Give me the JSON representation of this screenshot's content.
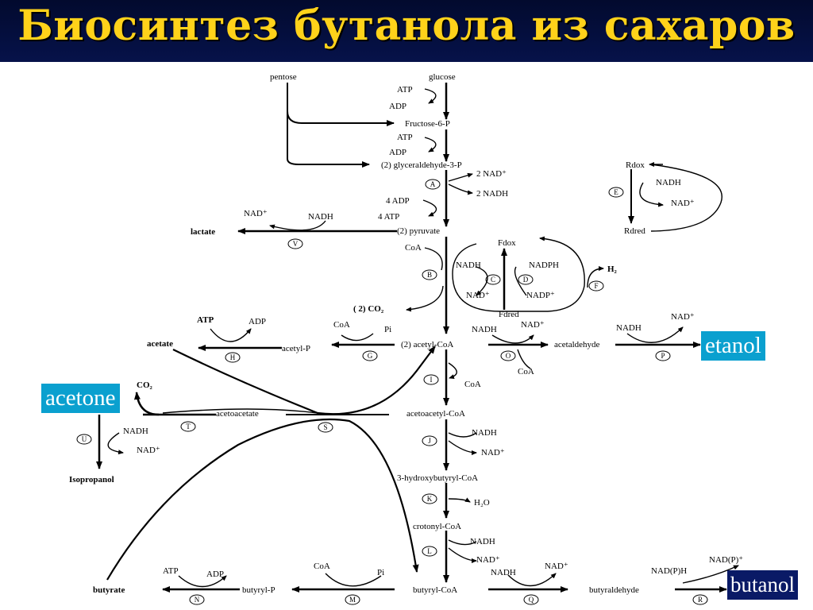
{
  "title": "Биосинтез бутанола из сахаров",
  "highlights": {
    "ethanol": "etanol",
    "acetone": "acetone",
    "butanol": "butanol"
  },
  "colors": {
    "title_bar": "#06124a",
    "title_text": "#ffd21a",
    "highlight_blue": "#0aa0cf",
    "highlight_dark": "#0a1a66"
  },
  "pathway": {
    "pentose": "pentose",
    "glucose": "glucose",
    "atp1": "ATP",
    "adp1": "ADP",
    "fructose": "Fructose-6-P",
    "atp2": "ATP",
    "adp2": "ADP",
    "glyceraldehyde": "(2) glyceraldehyde-3-P",
    "nad_a": "2 NAD⁺",
    "nadh_a": "2 NADH",
    "adp4": "4 ADP",
    "atp4": "4 ATP",
    "pyruvate": "(2) pyruvate",
    "lactate": "lactate",
    "nad_v": "NAD⁺",
    "nadh_v": "NADH",
    "coa_b": "CoA",
    "co2": "( 2) CO₂",
    "fdox": "Fdox",
    "fdred": "Fdred",
    "nadh_c": "NADH",
    "nad_c": "NAD⁺",
    "nadph_d": "NADPH",
    "nadp_d": "NADP⁺",
    "h2": "H₂",
    "rdox": "Rdox",
    "rdred": "Rdred",
    "nadh_e": "NADH",
    "nad_e": "NAD⁺",
    "acetylcoa": "(2) acetyl-CoA",
    "acetylp": "acetyl-P",
    "acetate": "acetate",
    "coa_g": "CoA",
    "pi_g": "Pi",
    "atp_h": "ATP",
    "adp_h": "ADP",
    "nadh_o": "NADH",
    "nad_o": "NAD⁺",
    "coa_o": "CoA",
    "acetaldehyde": "acetaldehyde",
    "nadh_p": "NADH",
    "nad_p": "NAD⁺",
    "coa_i": "CoA",
    "acetoacetylcoa": "acetoacetyl-CoA",
    "acetoacetate": "acetoacetate",
    "co2_t": "CO₂",
    "nadh_u": "NADH",
    "nad_u": "NAD⁺",
    "isopropanol": "Isopropanol",
    "nadh_j": "NADH",
    "nad_j": "NAD⁺",
    "hydroxybutyryl": "3-hydroxybutyryl-CoA",
    "h2o": "H₂O",
    "crotonyl": "crotonyl-CoA",
    "nadh_l": "NADH",
    "nad_l": "NAD⁺",
    "butyrylcoa": "butyryl-CoA",
    "coa_m": "CoA",
    "pi_m": "Pi",
    "butyrylp": "butyryl-P",
    "atp_n": "ATP",
    "adp_n": "ADP",
    "butyrate": "butyrate",
    "nadh_q": "NADH",
    "nad_q": "NAD⁺",
    "butyraldehyde": "butyraldehyde",
    "nadph_r": "NAD(P)H",
    "nadp_r": "NAD(P)⁺"
  },
  "enzymes": [
    "A",
    "B",
    "C",
    "D",
    "E",
    "F",
    "G",
    "H",
    "I",
    "J",
    "K",
    "L",
    "M",
    "N",
    "O",
    "P",
    "Q",
    "R",
    "S",
    "T",
    "U",
    "V"
  ]
}
